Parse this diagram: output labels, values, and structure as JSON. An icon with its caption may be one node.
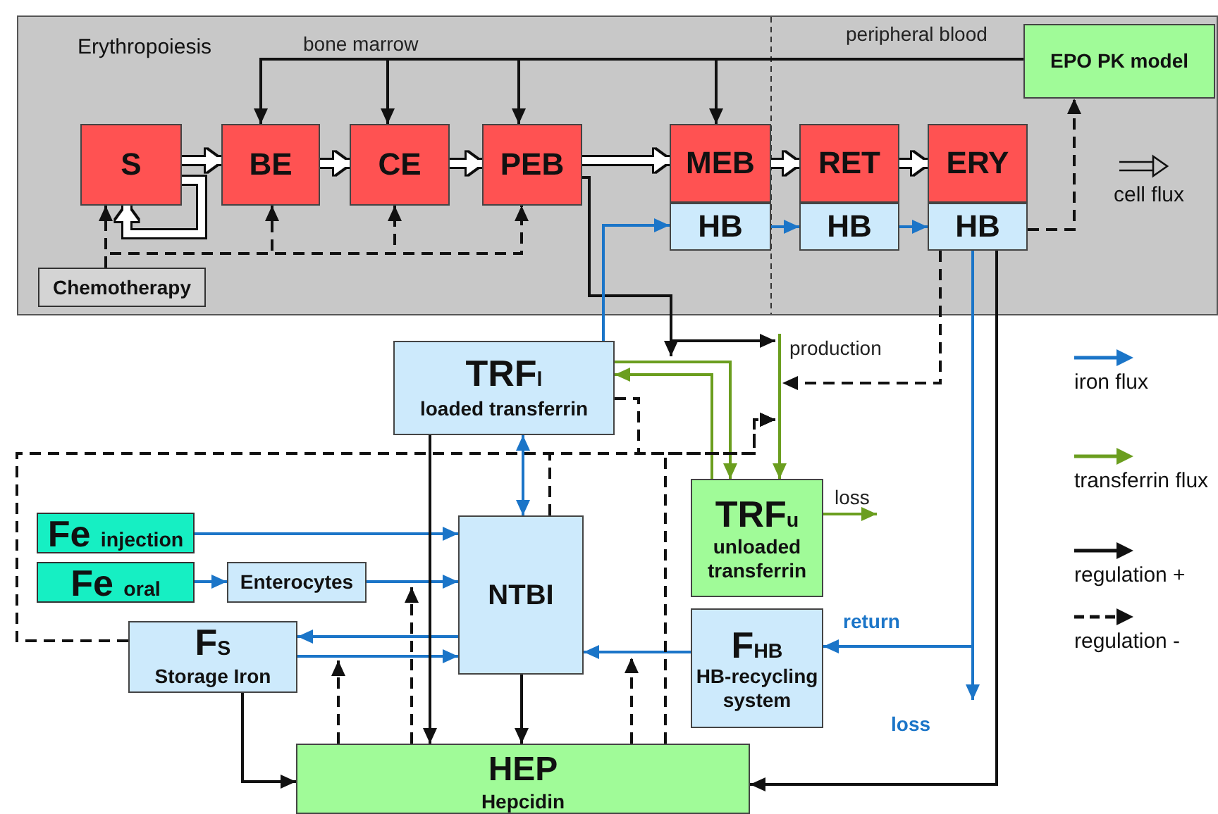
{
  "diagram": {
    "nodes": [
      {
        "text": [
          "Erythropoiesis"
        ]
      },
      {
        "text": [
          "S"
        ],
        "in": 0
      },
      {
        "text": [
          "BE"
        ],
        "in": 0
      },
      {
        "text": [
          "CE"
        ],
        "in": 0
      },
      {
        "text": [
          "PEB"
        ],
        "in": 0
      },
      {
        "text": [
          "MEB"
        ],
        "in": 0
      },
      {
        "text": [
          "HB"
        ],
        "in": 0
      },
      {
        "text": [
          "RET"
        ],
        "in": 0
      },
      {
        "text": [
          "HB"
        ],
        "in": 0
      },
      {
        "text": [
          "ERY"
        ],
        "in": 0
      },
      {
        "text": [
          "HB"
        ],
        "in": 0
      },
      {
        "text": [
          "EPO PK model"
        ],
        "in": 0
      },
      {
        "text": [
          "Chemotherapy"
        ],
        "in": 0
      },
      {
        "text": [
          "TRF$_{l}$",
          "loaded transferrin"
        ]
      },
      {
        "text": [
          "TRF$_{u}$",
          "unloaded transferrin"
        ]
      },
      {
        "text": [
          "Fe $_{injection}$"
        ]
      },
      {
        "text": [
          "Fe $_{oral}$"
        ]
      },
      {
        "text": [
          "Enterocytes"
        ]
      },
      {
        "text": [
          "NTBI"
        ]
      },
      {
        "text": [
          "F$_{S}$",
          "Storage Iron"
        ]
      },
      {
        "text": [
          "F$_{HB}$",
          "HB-recycling system"
        ]
      },
      {
        "text": [
          "HEP",
          "Hepcidin"
        ]
      }
    ],
    "edges": [
      {
        "from": 1,
        "to": 2,
        "arrow": "to",
        "style": "thick",
        "color": "#ffffff"
      },
      {
        "from": 1,
        "to": 1,
        "arrow": "to",
        "style": "thick",
        "color": "#ffffff"
      },
      {
        "from": 2,
        "to": 3,
        "arrow": "to",
        "style": "thick",
        "color": "#ffffff"
      },
      {
        "from": 3,
        "to": 4,
        "arrow": "to",
        "style": "thick",
        "color": "#ffffff"
      },
      {
        "from": 4,
        "to": 5,
        "arrow": "to",
        "style": "thick",
        "color": "#ffffff"
      },
      {
        "from": 5,
        "to": 7,
        "arrow": "to",
        "style": "thick",
        "color": "#ffffff"
      },
      {
        "from": 7,
        "to": 9,
        "arrow": "to",
        "style": "thick",
        "color": "#ffffff"
      },
      {
        "from": 11,
        "to": 2,
        "arrow": "to"
      },
      {
        "from": 11,
        "to": 3,
        "arrow": "to"
      },
      {
        "from": 11,
        "to": 4,
        "arrow": "to"
      },
      {
        "from": 11,
        "to": 5,
        "arrow": "to"
      },
      {
        "from": 12,
        "to": 1,
        "arrow": "to",
        "style": "dashed"
      },
      {
        "from": 12,
        "to": 2,
        "arrow": "to",
        "style": "dashed"
      },
      {
        "from": 12,
        "to": 3,
        "arrow": "to",
        "style": "dashed"
      },
      {
        "from": 12,
        "to": 4,
        "arrow": "to",
        "style": "dashed"
      },
      {
        "from": 10,
        "to": 11,
        "arrow": "to",
        "style": "dashed"
      },
      {
        "from": 4,
        "to": null,
        "arrow": "to"
      },
      {
        "from": 4,
        "to": null,
        "arrow": "to"
      },
      {
        "from": 10,
        "to": null,
        "arrow": "to",
        "style": "dashed"
      },
      {
        "from": 10,
        "to": 21,
        "arrow": "to"
      },
      {
        "from": 10,
        "to": 20,
        "arrow": "to",
        "label": "return",
        "color": "#1b75c8"
      },
      {
        "from": 10,
        "to": null,
        "arrow": "to",
        "label": "loss",
        "color": "#1b75c8"
      },
      {
        "from": 13,
        "to": 6,
        "arrow": "to",
        "color": "#1b75c8"
      },
      {
        "from": 6,
        "to": 8,
        "arrow": "to",
        "color": "#1b75c8"
      },
      {
        "from": 8,
        "to": 10,
        "arrow": "to",
        "color": "#1b75c8"
      },
      {
        "from": 13,
        "to": 18,
        "arrow": "both",
        "color": "#1b75c8"
      },
      {
        "from": 15,
        "to": 18,
        "arrow": "to",
        "color": "#1b75c8"
      },
      {
        "from": 16,
        "to": 17,
        "arrow": "to",
        "color": "#1b75c8"
      },
      {
        "from": 17,
        "to": 18,
        "arrow": "to",
        "color": "#1b75c8"
      },
      {
        "from": 18,
        "to": 19,
        "arrow": "to",
        "color": "#1b75c8"
      },
      {
        "from": 19,
        "to": 18,
        "arrow": "to",
        "color": "#1b75c8"
      },
      {
        "from": 20,
        "to": 18,
        "arrow": "to",
        "color": "#1b75c8"
      },
      {
        "from": 14,
        "to": 13,
        "arrow": "to",
        "color": "#6b9e1f"
      },
      {
        "from": 13,
        "to": 14,
        "arrow": "to",
        "color": "#6b9e1f"
      },
      {
        "from": null,
        "to": 14,
        "arrow": "to",
        "label": "production",
        "color": "#6b9e1f"
      },
      {
        "from": 14,
        "to": null,
        "arrow": "to",
        "label": "loss",
        "color": "#6b9e1f"
      },
      {
        "from": 13,
        "to": 21,
        "arrow": "to"
      },
      {
        "from": 18,
        "to": 21,
        "arrow": "to"
      },
      {
        "from": 19,
        "to": 21,
        "arrow": "to"
      },
      {
        "from": 21,
        "to": null,
        "arrow": "to",
        "style": "dashed"
      },
      {
        "from": 21,
        "to": null,
        "arrow": "to",
        "style": "dashed"
      },
      {
        "from": 21,
        "to": null,
        "arrow": "to",
        "style": "dashed"
      },
      {
        "from": 19,
        "to": null,
        "arrow": "to",
        "style": "dashed"
      },
      {
        "from": 18,
        "to": null,
        "arrow": "to",
        "style": "dashed"
      },
      {
        "from": 13,
        "to": null,
        "arrow": "to",
        "style": "dashed"
      },
      {
        "from": 21,
        "to": null,
        "arrow": "to",
        "style": "dashed"
      }
    ],
    "labels": [
      "bone marrow",
      "peripheral blood"
    ],
    "legend": [
      {
        "text": "cell flux"
      },
      {
        "text": "iron flux"
      },
      {
        "text": "transferrin flux"
      },
      {
        "text": "regulation +"
      },
      {
        "text": "regulation -"
      }
    ]
  }
}
